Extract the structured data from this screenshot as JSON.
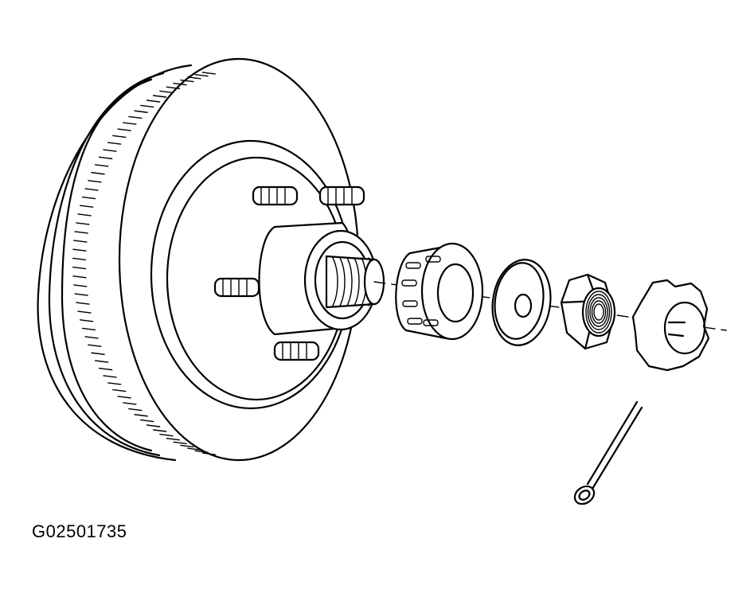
{
  "figure": {
    "code": "G02501735",
    "ink_color": "#000000",
    "paper_color": "#ffffff"
  },
  "parts": [
    {
      "name": "brake-rotor-hub"
    },
    {
      "name": "wheel-stud",
      "count": 5
    },
    {
      "name": "spindle"
    },
    {
      "name": "wheel-bearing"
    },
    {
      "name": "washer"
    },
    {
      "name": "spindle-nut"
    },
    {
      "name": "nut-retainer"
    },
    {
      "name": "cotter-pin"
    }
  ]
}
